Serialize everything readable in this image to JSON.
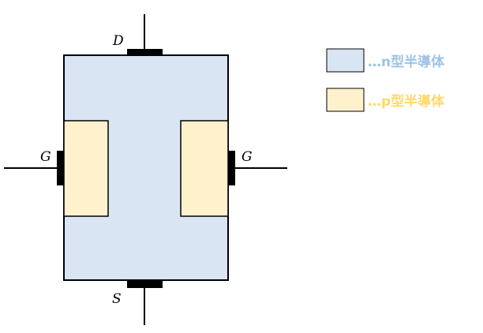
{
  "terminals": {
    "drain": "D",
    "source": "S",
    "gate_left": "G",
    "gate_right": "G"
  },
  "legend": [
    {
      "label": "…n型半導体",
      "swatch_color": "#dae5f3",
      "text_color": "#9dc3e6"
    },
    {
      "label": "…p型半導体",
      "swatch_color": "#fef1cc",
      "text_color": "#ffd966"
    }
  ],
  "colors": {
    "n_region": "#dae5f3",
    "p_region": "#fef1cc",
    "outline": "#000000",
    "electrode": "#000000"
  }
}
